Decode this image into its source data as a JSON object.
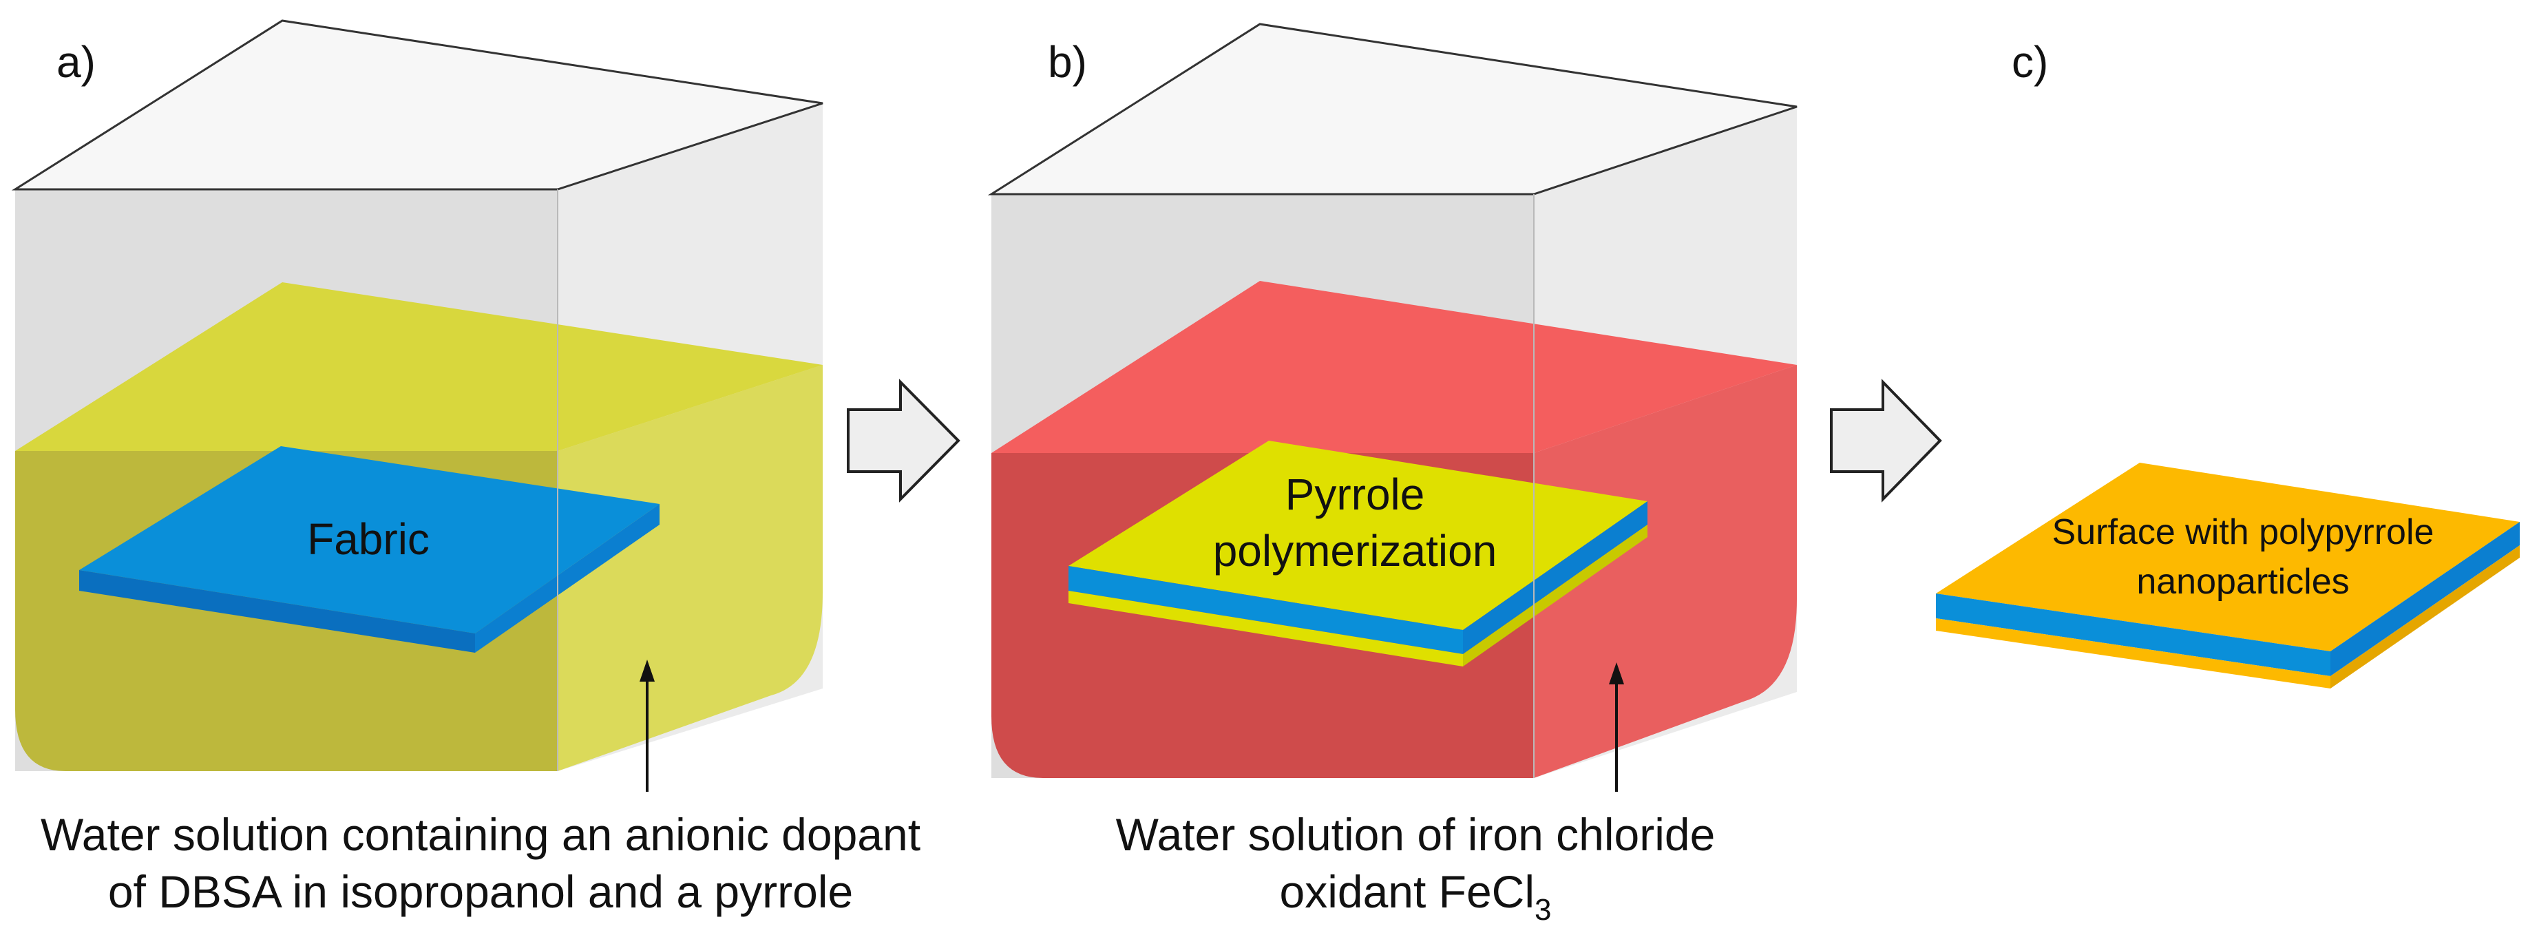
{
  "panels": [
    {
      "id": "a",
      "label": "a)",
      "sheet_label": "Fabric",
      "caption_lines": [
        "Water solution containing an anionic dopant",
        "of DBSA in isopropanol and a pyrrole"
      ],
      "colors": {
        "liquid": "#d7d62f",
        "liquid_dark": "#bdb83c",
        "fabric": "#0a8fd9",
        "fabric_side": "#0a6fbf"
      }
    },
    {
      "id": "b",
      "label": "b)",
      "sheet_label_lines": [
        "Pyrrole",
        "polymerization"
      ],
      "caption_line1": "Water solution of iron chloride",
      "caption_line2_main": "oxidant FeCl",
      "caption_line2_sub": "3",
      "colors": {
        "liquid": "#f45656",
        "liquid_dark": "#cf4b4b",
        "coating": "#dfe000",
        "fabric": "#0a8fd9"
      }
    },
    {
      "id": "c",
      "label": "c)",
      "sheet_label_lines": [
        "Surface with  polypyrrole",
        "nanoparticles"
      ],
      "colors": {
        "coating": "#fdb900",
        "fabric": "#0a8fd9"
      }
    }
  ],
  "arrows": [
    {
      "from": "a",
      "to": "b",
      "kind": "block-arrow"
    },
    {
      "from": "b",
      "to": "c",
      "kind": "block-arrow"
    }
  ]
}
